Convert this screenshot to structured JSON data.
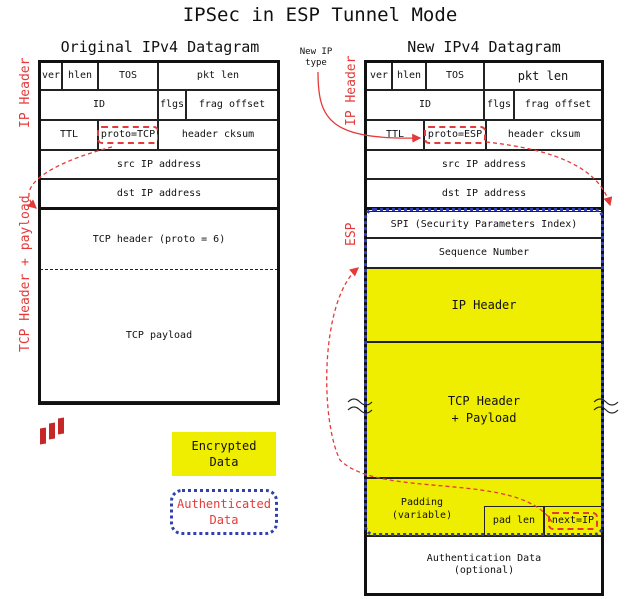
{
  "title": "IPSec in ESP Tunnel Mode",
  "left": {
    "heading": "Original IPv4 Datagram",
    "ip_header_label": "IP Header",
    "tcp_label": "TCP Header + payload",
    "fields": {
      "ver": "ver",
      "hlen": "hlen",
      "tos": "TOS",
      "pkt_len": "pkt len",
      "id": "ID",
      "flgs": "flgs",
      "frag_offset": "frag offset",
      "ttl": "TTL",
      "proto": "proto=TCP",
      "header_cksum": "header cksum",
      "src": "src IP address",
      "dst": "dst IP address",
      "tcp_header": "TCP header (proto = 6)",
      "tcp_payload": "TCP payload"
    }
  },
  "right": {
    "heading": "New IPv4 Datagram",
    "new_ip_type": "New IP type",
    "ip_header_label": "IP Header",
    "esp_label": "ESP",
    "fields": {
      "ver": "ver",
      "hlen": "hlen",
      "tos": "TOS",
      "pkt_len": "pkt len",
      "id": "ID",
      "flgs": "flgs",
      "frag_offset": "frag offset",
      "ttl": "TTL",
      "proto": "proto=ESP",
      "header_cksum": "header cksum",
      "src": "src IP address",
      "dst": "dst IP address",
      "spi": "SPI (Security Parameters Index)",
      "seq": "Sequence Number",
      "inner_ip": "IP Header",
      "inner_tcp_1": "TCP Header",
      "inner_tcp_2": "+ Payload",
      "padding_1": "Padding",
      "padding_2": "(variable)",
      "pad_len": "pad len",
      "next": "next=IP",
      "auth_1": "Authentication Data",
      "auth_2": "(optional)"
    }
  },
  "legend": {
    "encrypted_1": "Encrypted",
    "encrypted_2": "Data",
    "authenticated_1": "Authenticated",
    "authenticated_2": "Data"
  },
  "colors": {
    "encrypted": "#f0ee00",
    "authenticated_border": "#3040b0",
    "annotation": "#e53a3a"
  }
}
